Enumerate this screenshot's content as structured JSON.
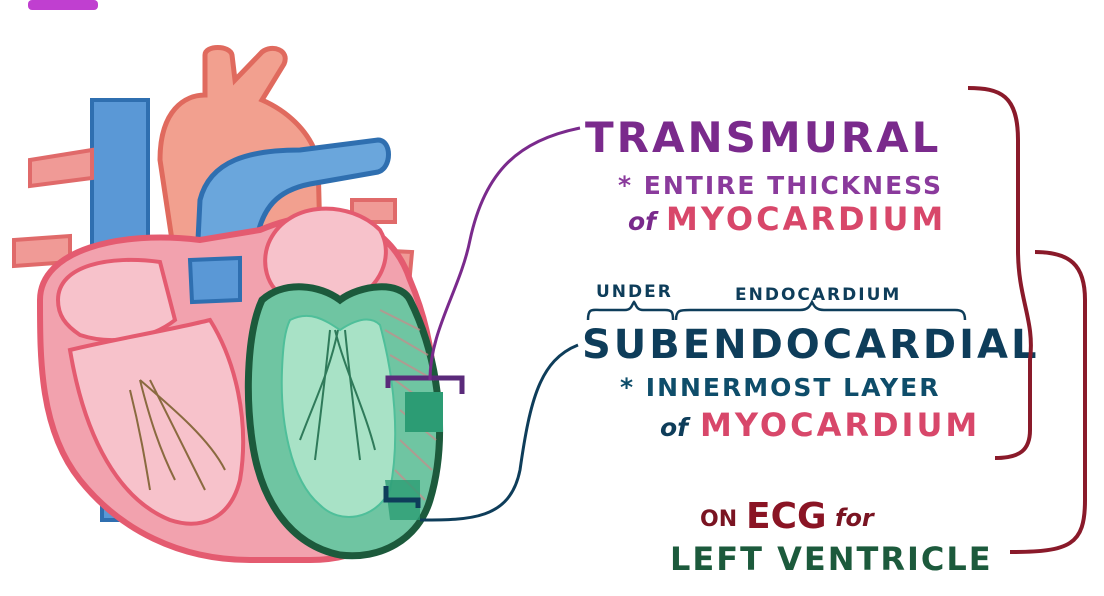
{
  "labels": {
    "transmural": "TRANSMURAL",
    "transmural_note": "* ENTIRE THICKNESS",
    "transmural_of": "of",
    "transmural_myocardium": "MYOCARDIUM",
    "under": "UNDER",
    "endocardium": "ENDOCARDIUM",
    "subendocardial": "SUBENDOCARDIAL",
    "subendo_note": "* INNERMOST LAYER",
    "subendo_of": "of",
    "subendo_myocardium": "MYOCARDIUM",
    "on": "ON",
    "ecg": "ECG",
    "for": "for",
    "left_ventricle": "LEFT VENTRICLE"
  },
  "colors": {
    "purple": "#7a2a8c",
    "pink": "#d8476a",
    "navy": "#0e3d5a",
    "darkred": "#7a1422",
    "green": "#1c5a3c",
    "heart_pink": "#f2a2ae",
    "heart_outline": "#e45b70",
    "vein_blue": "#5a98d6",
    "lv_green": "#4fbf9a"
  }
}
